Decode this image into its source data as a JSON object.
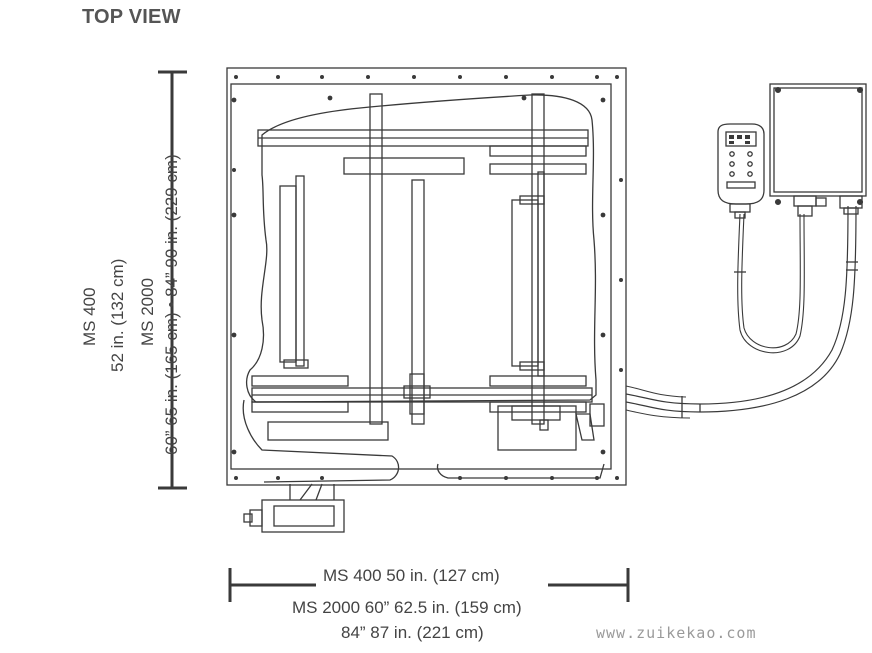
{
  "title": "TOP VIEW",
  "height_dimension": {
    "ms400": "MS 400",
    "ms400_value": "52 in. (132 cm)",
    "ms2000": "MS 2000",
    "ms2000_value": "60” 65 in. (165 cm) • 84” 90 in. (229 cm)"
  },
  "width_dimension": {
    "ms400_line": "MS 400  50 in. (127 cm)",
    "ms2000_line": "MS 2000  60” 62.5 in. (159 cm)",
    "ms2000_84_line": "84” 87 in. (221 cm)"
  },
  "watermark": "www.zuikekao.com",
  "colors": {
    "line": "#3a3a3a",
    "text": "#444444",
    "title": "#555555"
  }
}
